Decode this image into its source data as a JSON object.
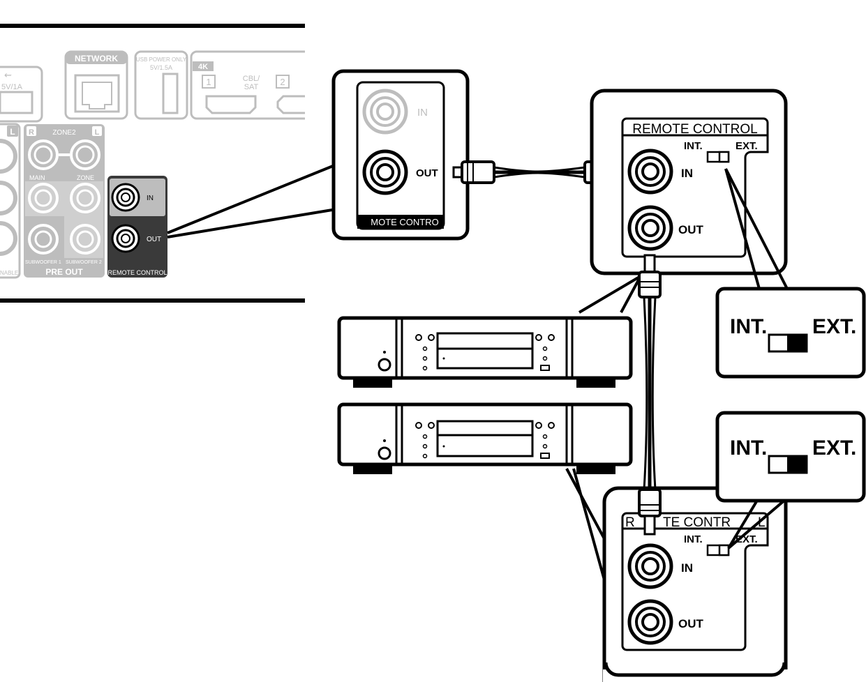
{
  "rear_panel": {
    "usb_label": "5V/1A",
    "network_label": "NETWORK",
    "usb_power_line1": "USB POWER ONLY",
    "usb_power_line2": "5V/1.5A",
    "hdmi_4k": "4K",
    "hdmi_1": "1",
    "hdmi_cbl_line1": "CBL/",
    "hdmi_cbl_line2": "SAT",
    "hdmi_2": "2",
    "zone2": "ZONE2",
    "r_badge": "R",
    "l_badge": "L",
    "main": "MAIN",
    "zone": "ZONE",
    "subwoofer1": "SUBWOOFER 1",
    "subwoofer2": "SUBWOOFER 2",
    "pre_out": "PRE OUT",
    "nable": "NABLE)",
    "rc_in": "IN",
    "rc_out": "OUT",
    "rc_label": "REMOTE CONTROL"
  },
  "zoom_receiver": {
    "in": "IN",
    "out": "OUT",
    "label": "MOTE CONTRO"
  },
  "device_top": {
    "title": "REMOTE CONTROL",
    "int": "INT.",
    "ext": "EXT.",
    "in": "IN",
    "out": "OUT"
  },
  "device_bottom": {
    "title_left": "R",
    "title_right": "TE CONTR",
    "title_end": "L",
    "int": "INT.",
    "ext": "EXT.",
    "in": "IN",
    "out": "OUT"
  },
  "callout_top": {
    "int": "INT.",
    "ext": "EXT."
  },
  "callout_bottom": {
    "int": "INT.",
    "ext": "EXT."
  },
  "colors": {
    "panel_gray": "#bdbdbd",
    "dark_block": "#3a3a3a",
    "line": "#000000"
  }
}
